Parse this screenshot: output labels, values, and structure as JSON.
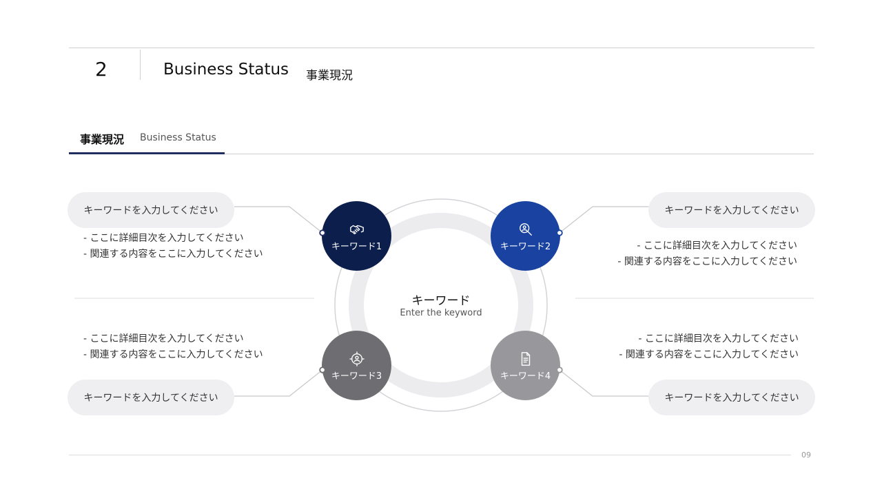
{
  "header": {
    "section_number": "2",
    "title_en": "Business Status",
    "title_jp": "事業現況"
  },
  "tab": {
    "label_jp": "事業現況",
    "label_en": "Business Status"
  },
  "center": {
    "title": "キーワード",
    "subtitle": "Enter the keyword"
  },
  "nodes": [
    {
      "label": "キーワード1",
      "color": "#0c1f4c",
      "icon": "handshake-icon"
    },
    {
      "label": "キーワード2",
      "color": "#1a43a1",
      "icon": "search-person-icon"
    },
    {
      "label": "キーワード3",
      "color": "#6e6e72",
      "icon": "target-person-icon"
    },
    {
      "label": "キーワード4",
      "color": "#98989c",
      "icon": "document-icon"
    }
  ],
  "blocks": [
    {
      "pill": "キーワードを入力してください",
      "line1": "- ここに詳細目次を入力してください",
      "line2": "- 関連する内容をここに入力してください"
    },
    {
      "pill": "キーワードを入力してください",
      "line1": "- ここに詳細目次を入力してください",
      "line2": "- 関連する内容をここに入力してください"
    },
    {
      "pill": "キーワードを入力してください",
      "line1": "- ここに詳細目次を入力してください",
      "line2": "- 関連する内容をここに入力してください"
    },
    {
      "pill": "キーワードを入力してください",
      "line1": "- ここに詳細目次を入力してください",
      "line2": "- 関連する内容をここに入力してください"
    }
  ],
  "footer": {
    "page_number": "09"
  }
}
